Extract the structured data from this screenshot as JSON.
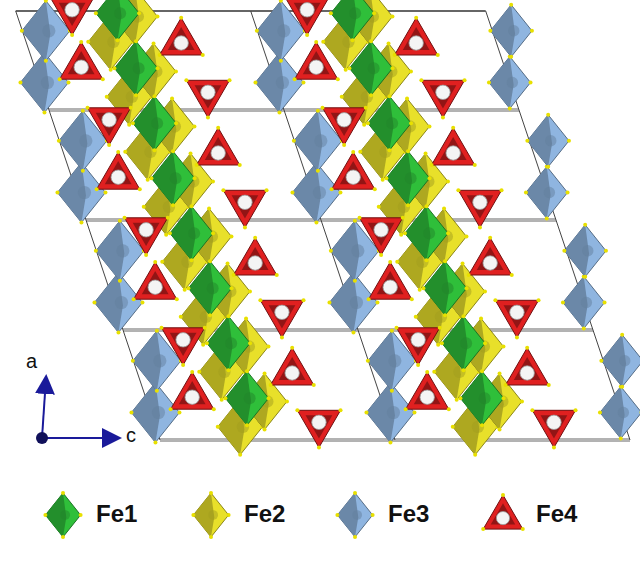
{
  "diagram": {
    "labels": [
      "a",
      "c"
    ],
    "legend": [
      {
        "text": "Fe1",
        "color": "#2fbf3a"
      },
      {
        "text": "Fe2",
        "color": "#e8e02a"
      },
      {
        "text": "Fe3",
        "color": "#8fb5e0"
      },
      {
        "text": "Fe4",
        "color": "#e02020"
      }
    ]
  }
}
